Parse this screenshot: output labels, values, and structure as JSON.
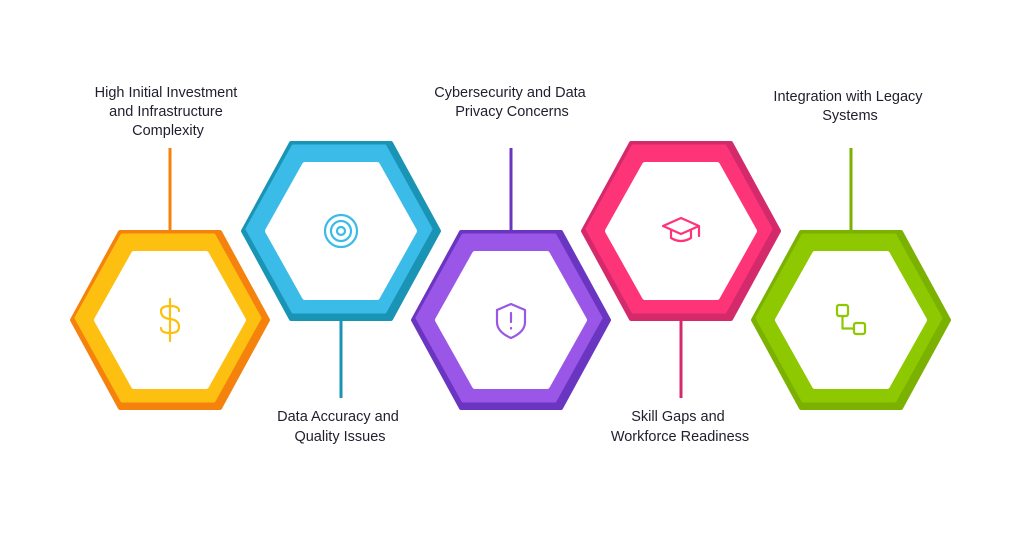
{
  "items": [
    {
      "label_lines": [
        "High Initial Investment",
        "and Infrastructure",
        "Complexity"
      ],
      "icon": "dollar-icon",
      "fill": "#fdc010",
      "border": "#f5820d",
      "icon_color": "#fdc010"
    },
    {
      "label_lines": [
        "Data Accuracy and",
        "Quality Issues"
      ],
      "icon": "target-icon",
      "fill": "#3bbbe8",
      "border": "#1a94b4",
      "icon_color": "#3bbbe8"
    },
    {
      "label_lines": [
        "Cybersecurity and Data",
        "Privacy Concerns"
      ],
      "icon": "shield-alert-icon",
      "fill": "#9a56e6",
      "border": "#6a35c0",
      "icon_color": "#9a56e6"
    },
    {
      "label_lines": [
        "Skill Gaps and",
        "Workforce Readiness"
      ],
      "icon": "graduation-cap-icon",
      "fill": "#fe3479",
      "border": "#d42a6c",
      "icon_color": "#fe3479"
    },
    {
      "label_lines": [
        "Integration with Legacy",
        "Systems"
      ],
      "icon": "workflow-icon",
      "fill": "#8dc800",
      "border": "#7bb100",
      "icon_color": "#8dc800"
    }
  ]
}
